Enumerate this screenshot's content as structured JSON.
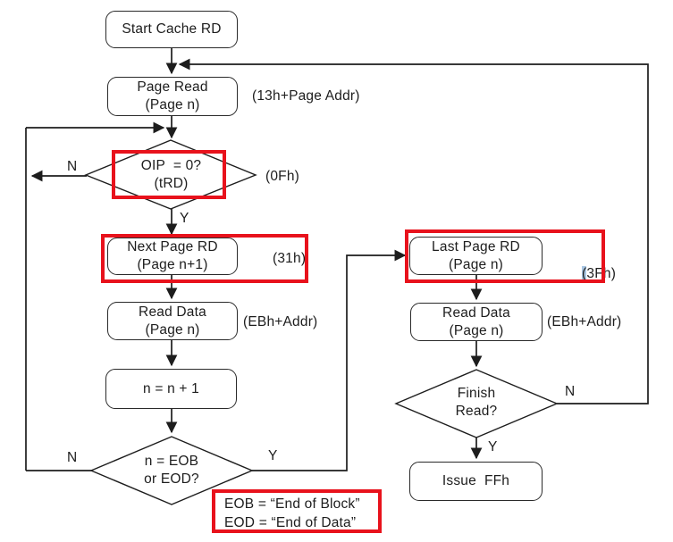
{
  "nodes": {
    "start": {
      "label": "Start Cache RD"
    },
    "page_read": {
      "line1": "Page Read",
      "line2": "(Page n)"
    },
    "oip_check": {
      "line1": "OIP  = 0?",
      "line2": "(tRD)"
    },
    "next_page_rd": {
      "line1": "Next Page RD",
      "line2": "(Page n+1)"
    },
    "read_data_left": {
      "line1": "Read Data",
      "line2": "(Page n)"
    },
    "increment": {
      "label": "n = n + 1"
    },
    "eob_check": {
      "line1": "n = EOB",
      "line2": "or EOD?"
    },
    "last_page_rd": {
      "line1": "Last Page RD",
      "line2": "(Page n)"
    },
    "read_data_right": {
      "line1": "Read Data",
      "line2": "(Page n)"
    },
    "finish_check": {
      "line1": "Finish",
      "line2": "Read?"
    },
    "issue_ffh": {
      "label": "Issue  FFh"
    }
  },
  "annotations": {
    "page_read": "(13h+Page Addr)",
    "oip_check": "(0Fh)",
    "next_page_rd": "(31h)",
    "read_data_left": "(EBh+Addr)",
    "last_page_rd_selected": "(",
    "last_page_rd_rest": "3Fh)",
    "read_data_right": "(EBh+Addr)"
  },
  "branch_labels": {
    "oip_no": "N",
    "oip_yes": "Y",
    "eob_no": "N",
    "eob_yes": "Y",
    "finish_no": "N",
    "finish_yes": "Y"
  },
  "legend": {
    "line1": "EOB = “End of Block”",
    "line2": "EOD = “End of Data”"
  },
  "colors": {
    "line": "#1d1d1d",
    "highlight_box_red": "#e8121c",
    "text_selection_blue": "#a9c6e2",
    "background": "#ffffff"
  }
}
